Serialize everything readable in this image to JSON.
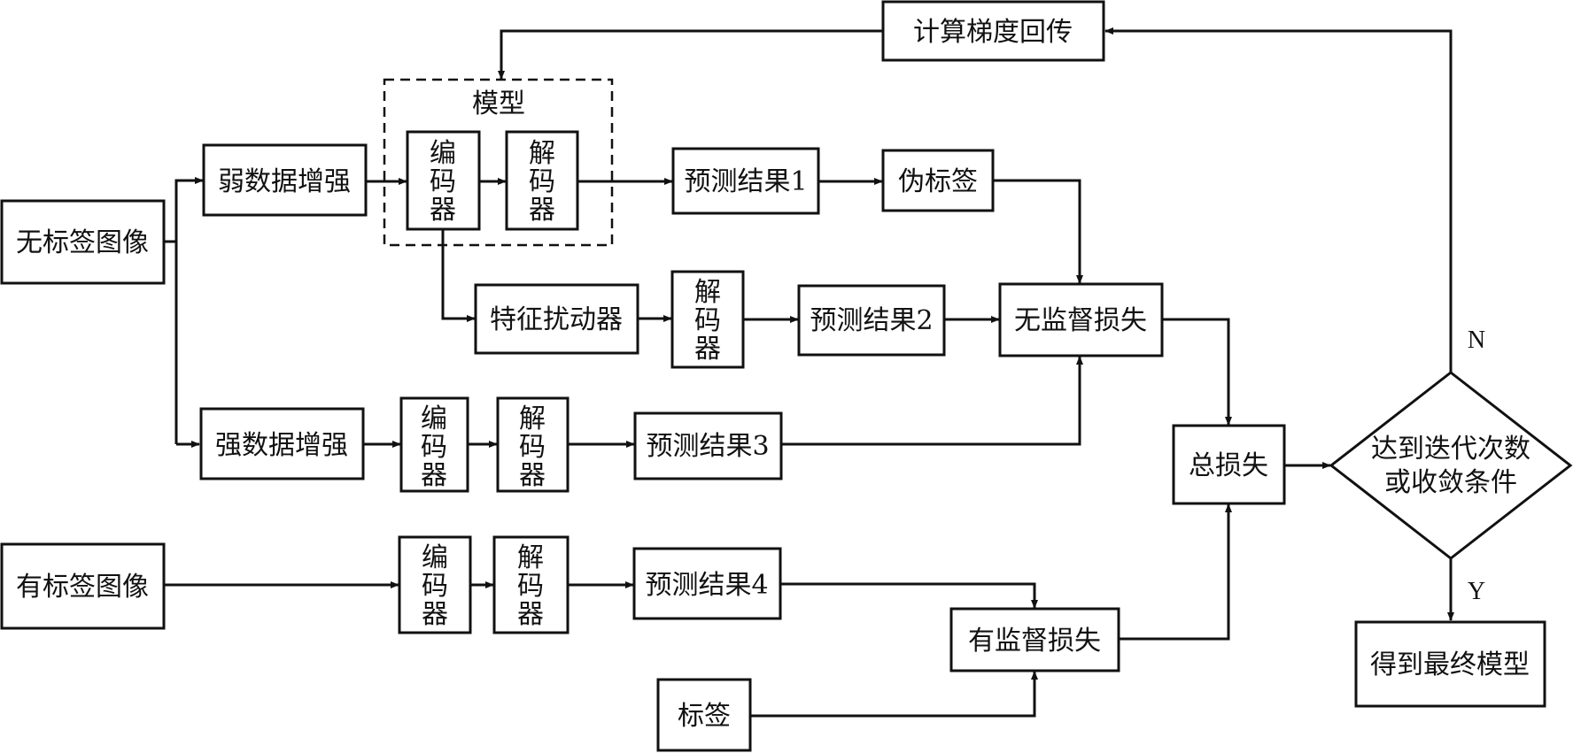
{
  "diagram": {
    "nodes": {
      "unlabeled_image": "无标签图像",
      "weak_aug": "弱数据增强",
      "strong_aug": "强数据增强",
      "model_group": "模型",
      "encoder": "编码器",
      "decoder": "解码器",
      "pred1": "预测结果1",
      "pseudo_label": "伪标签",
      "feature_perturber": "特征扰动器",
      "pred2": "预测结果2",
      "pred3": "预测结果3",
      "unsup_loss": "无监督损失",
      "labeled_image": "有标签图像",
      "pred4": "预测结果4",
      "label": "标签",
      "sup_loss": "有监督损失",
      "total_loss": "总损失",
      "condition_line1": "达到迭代次数",
      "condition_line2": "或收敛条件",
      "backprop": "计算梯度回传",
      "final_model": "得到最终模型"
    },
    "branch_labels": {
      "no": "N",
      "yes": "Y"
    }
  }
}
